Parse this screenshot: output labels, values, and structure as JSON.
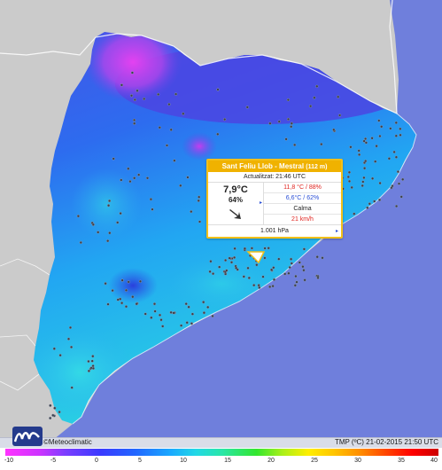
{
  "station_popup": {
    "station_name": "Sant Feliu Llob - Mestral",
    "elevation": "(112 m)",
    "updated": "Actualitzat: 21:46 UTC",
    "temperature": "7,9°C",
    "humidity": "64%",
    "max_temp_hum": "11,8 °C / 88%",
    "min_temp_hum": "6,6°C / 62%",
    "wind_state": "Calma",
    "wind_gust": "21 km/h",
    "pressure": "1.001 hPa",
    "wind_direction_icon": "arrow-southeast-icon"
  },
  "footer": {
    "brand": "©Meteoclimatic",
    "variable": "TMP (ºC)",
    "datetime": "21-02-2015 21:50 UTC"
  },
  "color_scale": {
    "labels": [
      "-10",
      "-5",
      "0",
      "5",
      "10",
      "15",
      "20",
      "25",
      "30",
      "35",
      "40"
    ],
    "low_color": "#ff33ff",
    "high_color": "#cc0000"
  },
  "colors": {
    "sea": "#6f7fdc",
    "land_outside": "#c9c9c9",
    "popup_accent": "#f0b200"
  }
}
